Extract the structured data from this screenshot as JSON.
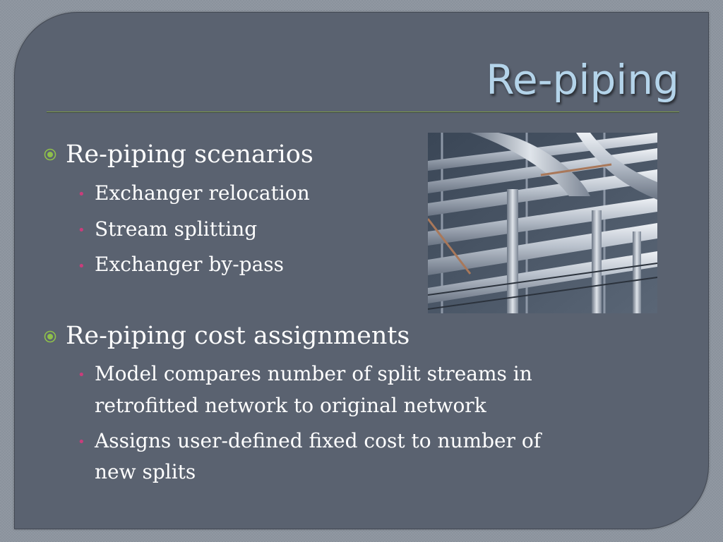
{
  "slide": {
    "title": "Re-piping",
    "accent_color": "#7d9a45",
    "sub_bullet_color": "#c93d7b",
    "title_color": "#b4d4ea",
    "bullet_icon": "circled-dot-icon",
    "sections": [
      {
        "heading": "Re-piping scenarios",
        "items": [
          "Exchanger relocation",
          "Stream splitting",
          "Exchanger by-pass"
        ]
      },
      {
        "heading": "Re-piping cost assignments",
        "items": [
          {
            "lines": [
              "Model compares number of split streams in",
              "retrofitted network to original network"
            ]
          },
          {
            "lines": [
              "Assigns user-defined fixed cost to number of",
              "new splits"
            ]
          }
        ]
      }
    ]
  },
  "image": {
    "subject": "industrial-pipes-photo"
  }
}
